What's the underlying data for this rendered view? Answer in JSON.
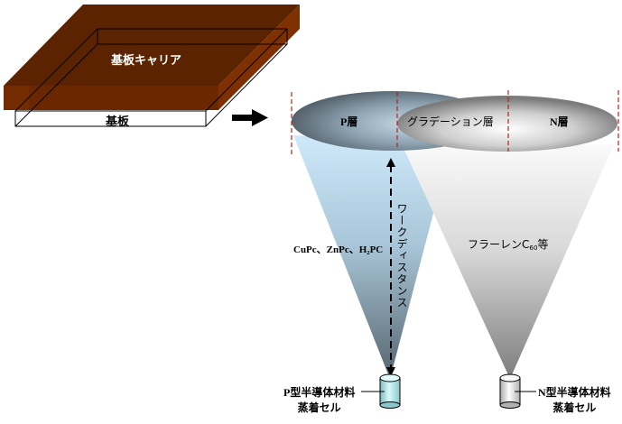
{
  "diagram": {
    "title": "Co-deposition with gradient layer",
    "substrate_carrier": {
      "label": "基板キャリア"
    },
    "substrate": {
      "label": "基板"
    },
    "arrow": {
      "meaning": "leads-to"
    },
    "layers": {
      "p_layer": "P層",
      "gradient_layer": "グラデーション層",
      "n_layer": "N層"
    },
    "work_distance": {
      "label": "ワークディスタンス"
    },
    "p_materials": {
      "prefix": "CuPc、ZnPc、H",
      "sub": "2",
      "suffix": "PC"
    },
    "n_materials": {
      "prefix": "フラーレンC",
      "sub": "60",
      "suffix": "等"
    },
    "p_cell": {
      "line1": "P型半導体材料",
      "line2": "蒸着セル"
    },
    "n_cell": {
      "line1": "N型半導体材料",
      "line2": "蒸着セル"
    },
    "colors": {
      "carrier": "#5c2300",
      "carrier_edge": "#7a2e00",
      "p_plume": "#c6e4f7",
      "p_plume_dark": "#5f6f7a",
      "n_plume": "#f4f4f4",
      "n_plume_dark": "#8a8a8a",
      "guide_line": "#b22222",
      "p_cell": "#b8eef2",
      "n_cell": "#e8e8e8"
    }
  }
}
